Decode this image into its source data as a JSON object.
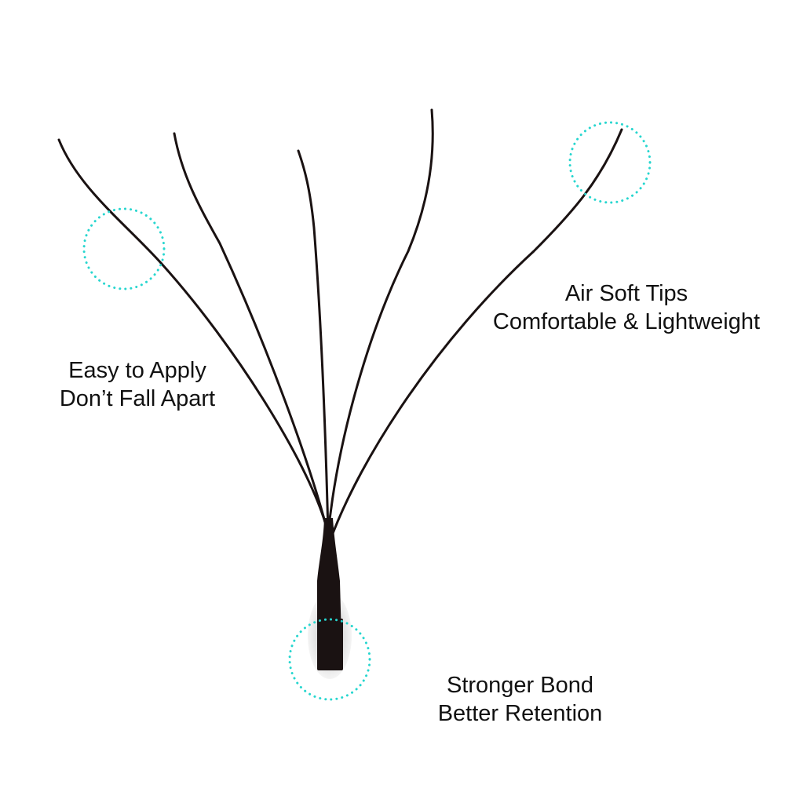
{
  "colors": {
    "fiber": "#1a1212",
    "fiber_tip": "#3a2420",
    "highlight_circle": "#27d6cf",
    "text": "#111111",
    "background": "#ffffff"
  },
  "callouts": {
    "tips": {
      "line1": "Air Soft Tips",
      "line2": "Comfortable & Lightweight"
    },
    "apply": {
      "line1": "Easy to Apply",
      "line2": "Don’t Fall Apart"
    },
    "bond": {
      "line1": "Stronger Bond",
      "line2": "Better Retention"
    }
  }
}
